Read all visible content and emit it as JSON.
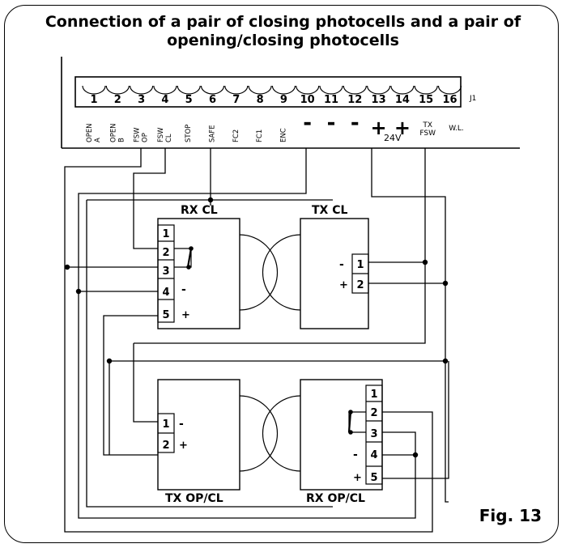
{
  "title": {
    "line1": "Connection of a pair of closing photocells and a pair of",
    "line2": "opening/closing photocells"
  },
  "terminal_block": {
    "id": "J1",
    "numbers": [
      "1",
      "2",
      "3",
      "4",
      "5",
      "6",
      "7",
      "8",
      "9",
      "10",
      "11",
      "12",
      "13",
      "14",
      "15",
      "16"
    ],
    "signals": [
      [
        "OPEN",
        "A"
      ],
      [
        "OPEN",
        "B"
      ],
      [
        "FSW",
        "OP"
      ],
      [
        "FSW",
        "CL"
      ],
      [
        "STOP"
      ],
      [
        "SAFE"
      ],
      [
        "FC2"
      ],
      [
        "FC1"
      ],
      [
        "ENC"
      ],
      [
        "-"
      ],
      [
        "-"
      ],
      [
        "-"
      ],
      [
        "+"
      ],
      [
        "+"
      ],
      [
        "TX",
        "FSW"
      ],
      [
        "W.L."
      ]
    ],
    "supply_label": "24V"
  },
  "devices": {
    "rx_cl": {
      "label": "RX CL",
      "terminals": [
        "1",
        "2",
        "3",
        "4",
        "5"
      ],
      "marks": [
        "-",
        "+"
      ]
    },
    "tx_cl": {
      "label": "TX CL",
      "terminals": [
        "1",
        "2"
      ],
      "marks": [
        "-",
        "+"
      ]
    },
    "tx_opcl": {
      "label": "TX OP/CL",
      "terminals": [
        "1",
        "2"
      ],
      "marks": [
        "-",
        "+"
      ]
    },
    "rx_opcl": {
      "label": "RX OP/CL",
      "terminals": [
        "1",
        "2",
        "3",
        "4",
        "5"
      ],
      "marks": [
        "-",
        "+"
      ]
    }
  },
  "figure_label": "Fig. 13"
}
